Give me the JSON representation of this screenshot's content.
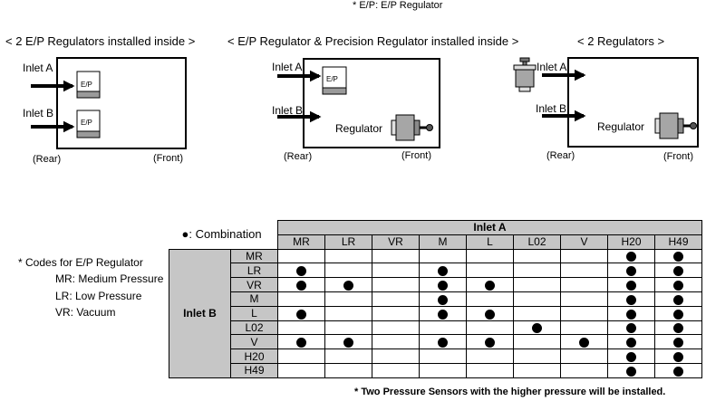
{
  "note_top": "* E/P: E/P Regulator",
  "sections": [
    {
      "title": "< 2 E/P Regulators installed inside >",
      "inlet_a": "Inlet A",
      "inlet_b": "Inlet B",
      "ep_top": "E/P",
      "ep_bottom": "E/P",
      "rear": "(Rear)",
      "front": "(Front)"
    },
    {
      "title": "< E/P Regulator & Precision Regulator installed inside >",
      "inlet_a": "Inlet A",
      "inlet_b": "Inlet B",
      "ep_top": "E/P",
      "regulator": "Regulator",
      "rear": "(Rear)",
      "front": "(Front)"
    },
    {
      "title": "< 2 Regulators >",
      "inlet_a": "Inlet A",
      "inlet_b": "Inlet B",
      "regulator": "Regulator",
      "rear": "(Rear)",
      "front": "(Front)"
    }
  ],
  "codes": {
    "title": "* Codes for E/P Regulator",
    "items": [
      "MR: Medium Pressure",
      "LR: Low Pressure",
      "VR: Vacuum"
    ]
  },
  "table": {
    "legend": "●: Combination",
    "inlet_a_label": "Inlet A",
    "inlet_b_label": "Inlet B",
    "columns": [
      "MR",
      "LR",
      "VR",
      "M",
      "L",
      "L02",
      "V",
      "H20",
      "H49"
    ],
    "rows": [
      {
        "label": "MR",
        "marks": [
          0,
          0,
          0,
          0,
          0,
          0,
          0,
          1,
          1
        ]
      },
      {
        "label": "LR",
        "marks": [
          1,
          0,
          0,
          1,
          0,
          0,
          0,
          1,
          1
        ]
      },
      {
        "label": "VR",
        "marks": [
          1,
          1,
          0,
          1,
          1,
          0,
          0,
          1,
          1
        ]
      },
      {
        "label": "M",
        "marks": [
          0,
          0,
          0,
          1,
          0,
          0,
          0,
          1,
          1
        ]
      },
      {
        "label": "L",
        "marks": [
          1,
          0,
          0,
          1,
          1,
          0,
          0,
          1,
          1
        ]
      },
      {
        "label": "L02",
        "marks": [
          0,
          0,
          0,
          0,
          0,
          1,
          0,
          1,
          1
        ]
      },
      {
        "label": "V",
        "marks": [
          1,
          1,
          0,
          1,
          1,
          0,
          1,
          1,
          1
        ]
      },
      {
        "label": "H20",
        "marks": [
          0,
          0,
          0,
          0,
          0,
          0,
          0,
          1,
          1
        ]
      },
      {
        "label": "H49",
        "marks": [
          0,
          0,
          0,
          0,
          0,
          0,
          0,
          1,
          1
        ]
      }
    ],
    "footnote": "* Two Pressure Sensors with the higher pressure will be installed."
  }
}
